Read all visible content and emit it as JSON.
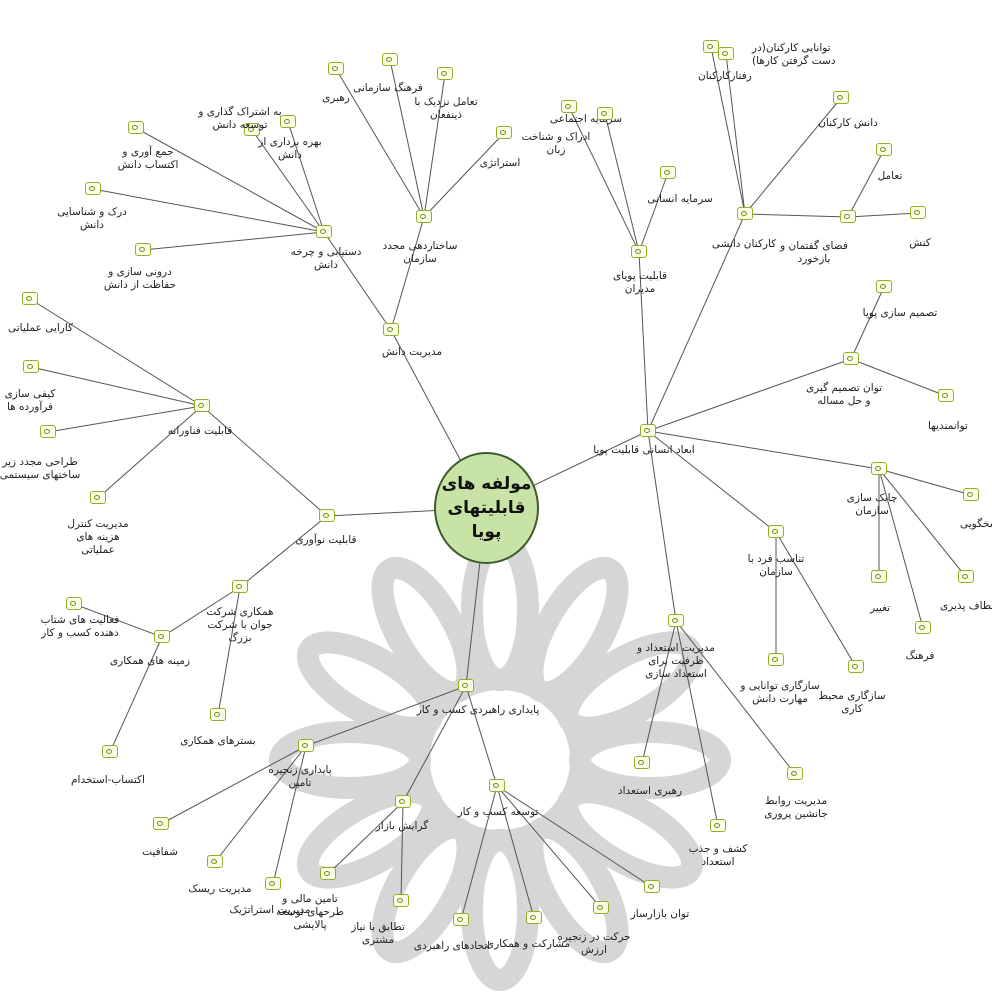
{
  "center": {
    "label": "مولفه های\nقابلیتهای پویا"
  },
  "nodes": {
    "modiriat_danesh": "مدیریت دانش",
    "dastyabi": "دستیابی و چرخه\nدانش",
    "sakhtar": "ساختاردهی مجدد\nسازمان",
    "beheshterak": "به اشتراک گذاری و\nتوسعه دانش",
    "bahrebardari": "بهره برداری از\nدانش",
    "jamavari": "جمع آوری و\nاکتساب دانش",
    "dark": "درک و شناسایی\nدانش",
    "daruni": "درونی سازی و\nحفاظت از دانش",
    "rahbari": "رهبری",
    "farhang_sazmani": "فرهنگ سازمانی",
    "taamol_nazdik": "تعامل نزدیک با\nذینفعان",
    "strategy": "استراتژی",
    "abaad": "ابعاد انسانی قابلیت پویا",
    "ghabeliat_modiran": "قابلیت پویای\nمدیران",
    "karkonan_daneshi": "کارکنان دانشی",
    "fazay_goftoman": "فضای گفتمان و\nبازخورد",
    "tavan_tasmim": "توان تصمیم گیری\nو حل مساله",
    "chabok": "چابک سازی\nسازمان",
    "tanasob": "تناسب فرد با\nسازمان",
    "modiriat_esteedad": "مدیریت استعداد و\nظرفیت برای\nاستعداد سازی",
    "sarmaye_ejtemaei": "سرمایه اجتماعی",
    "edrak": "ادراک و شناخت\nزبان",
    "sarmaye_ensani": "سرمایه انسانی",
    "tavanayi_karkonan": "توانایی کارکنان(در\nدست گرفتن کارها)",
    "raftar_karkonan": "رفتارکارکنان",
    "danesh_karkonan": "دانش کارکنان",
    "taamol": "تعامل",
    "konesh": "کنش",
    "tasmim_pouya": "تصمیم سازی پویا",
    "tavanmandiha": "توانمندیها",
    "pasokhgoei": "پاسخگویی",
    "enetaf": "انعطاف پذیری",
    "taghir": "تغییر",
    "farhang": "فرهنگ",
    "sazgari_tavanayi": "سازگاری توانایی و\nمهارت دانش",
    "sazgari_mohit": "سازگاری محیط\nکاری",
    "rahbari_esteedad": "رهبری استعداد",
    "keshf": "کشف و جذب\nاستعداد",
    "modiriat_ravabet": "مدیریت روابط\nجانشین پروری",
    "ghabeliat_fanavarane": "قابلیت فناورانه",
    "karayi_amaliati": "کارایی عملیاتی",
    "keyfi_sazi": "کیفی سازی\nفرآورده ها",
    "tarahi": "طراحی مجدد زیر\nساختهای سیستمی",
    "modiriat_control": "مدیریت کنترل\nهزینه های\nعملیاتی",
    "ghabeliat_noavari": "قابلیت نوآوری",
    "hamkari_sherkat": "همکاری شرکت\nجوان با شرکت\nبزرگ",
    "zamine_hamkari": "زمینه های همکاری",
    "faaliat_shetab": "فعالیت های شتاب\nدهنده کسب و کار",
    "bastar_hamkari": "بسترهای همکاری",
    "ektesab": "اکتساب-استخدام",
    "paydari": "پایداری راهبردی کسب و کار",
    "paydari_zanjire": "پایداری زنجیره\nتامین",
    "gerayesh_bazar": "گرایش بازار",
    "tosee": "توسعه کسب و کار",
    "shafafiat": "شفافیت",
    "modiriat_risk": "مدیریت ریسک",
    "modiriat_strategic": "مدیریت استراتژیک",
    "tamin_mali": "تامین مالی و\nطرحهای توسعه\nپالایشی",
    "tatbigh": "تطابق با نیاز\nمشتری",
    "ettehad": "اتحادهای راهبردی",
    "mosharekat": "مشارکت و همکاری",
    "harekat": "حرکت در زنجیره\nارزش",
    "tavan_bazarsaz": "توان بازارساز"
  },
  "colors": {
    "icon_border": "#8fb128",
    "center_fill": "#c8e3a6",
    "center_border": "#3f5a2c",
    "line": "#555555",
    "watermark": "#d6d6d6"
  }
}
